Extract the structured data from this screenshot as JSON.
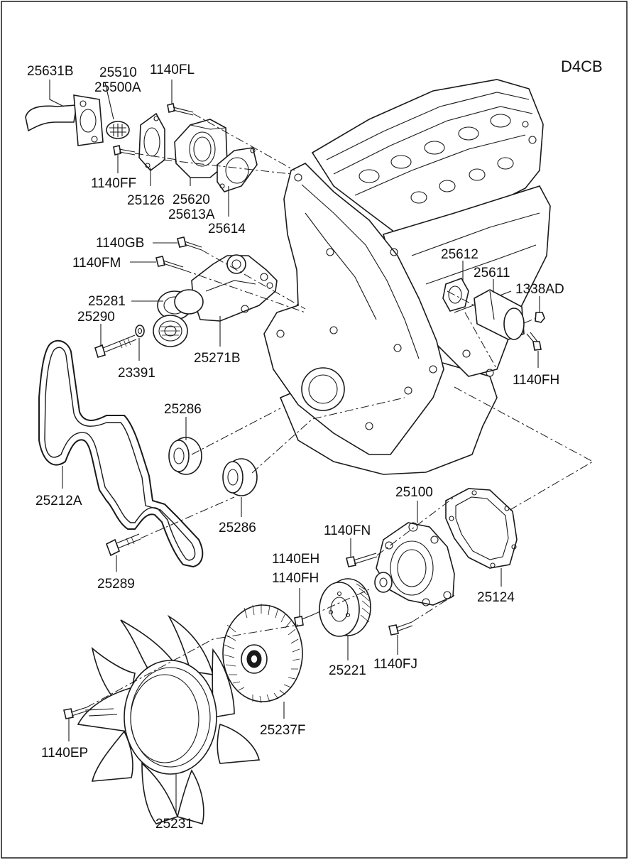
{
  "diagram": {
    "engine_code": "D4CB",
    "part_labels": [
      "25631B",
      "25510",
      "25500A",
      "1140FL",
      "1140FF",
      "25126",
      "25620",
      "25613A",
      "25614",
      "1140GB",
      "1140FM",
      "25281",
      "25290",
      "23391",
      "25271B",
      "25612",
      "25611",
      "1338AD",
      "1140FH",
      "25286",
      "25286",
      "25212A",
      "25289",
      "25100",
      "1140FN",
      "25124",
      "1140EH",
      "1140FH",
      "25221",
      "1140FJ",
      "25237F",
      "1140EP",
      "25231"
    ]
  }
}
